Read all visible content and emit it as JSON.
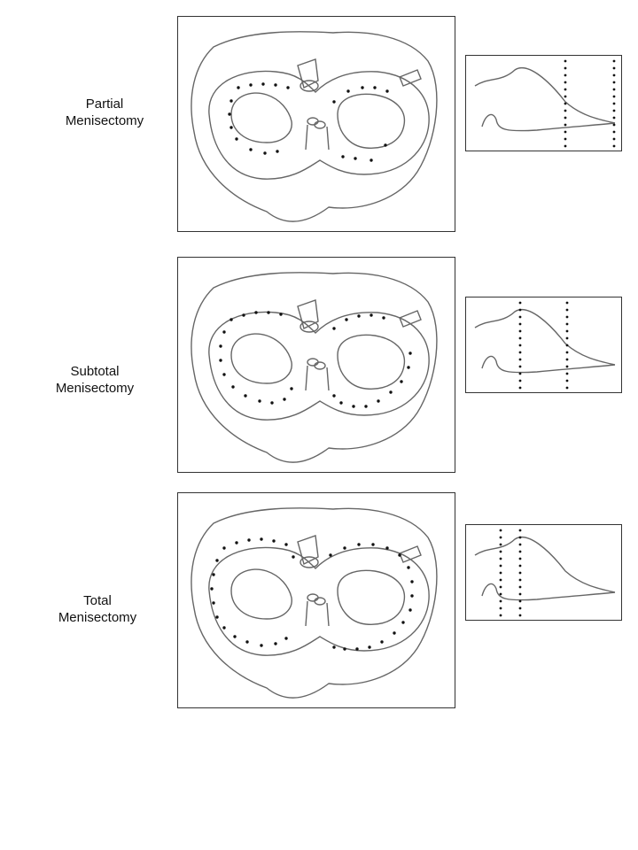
{
  "figure": {
    "rows": [
      {
        "label_line1": "Partial",
        "label_line2": "Menisectomy",
        "resection_extent": "partial"
      },
      {
        "label_line1": "Subtotal",
        "label_line2": "Menisectomy",
        "resection_extent": "subtotal"
      },
      {
        "label_line1": "Total",
        "label_line2": "Menisectomy",
        "resection_extent": "total"
      }
    ],
    "colors": {
      "outline": "#666666",
      "dots": "#111111",
      "border": "#333333"
    }
  }
}
